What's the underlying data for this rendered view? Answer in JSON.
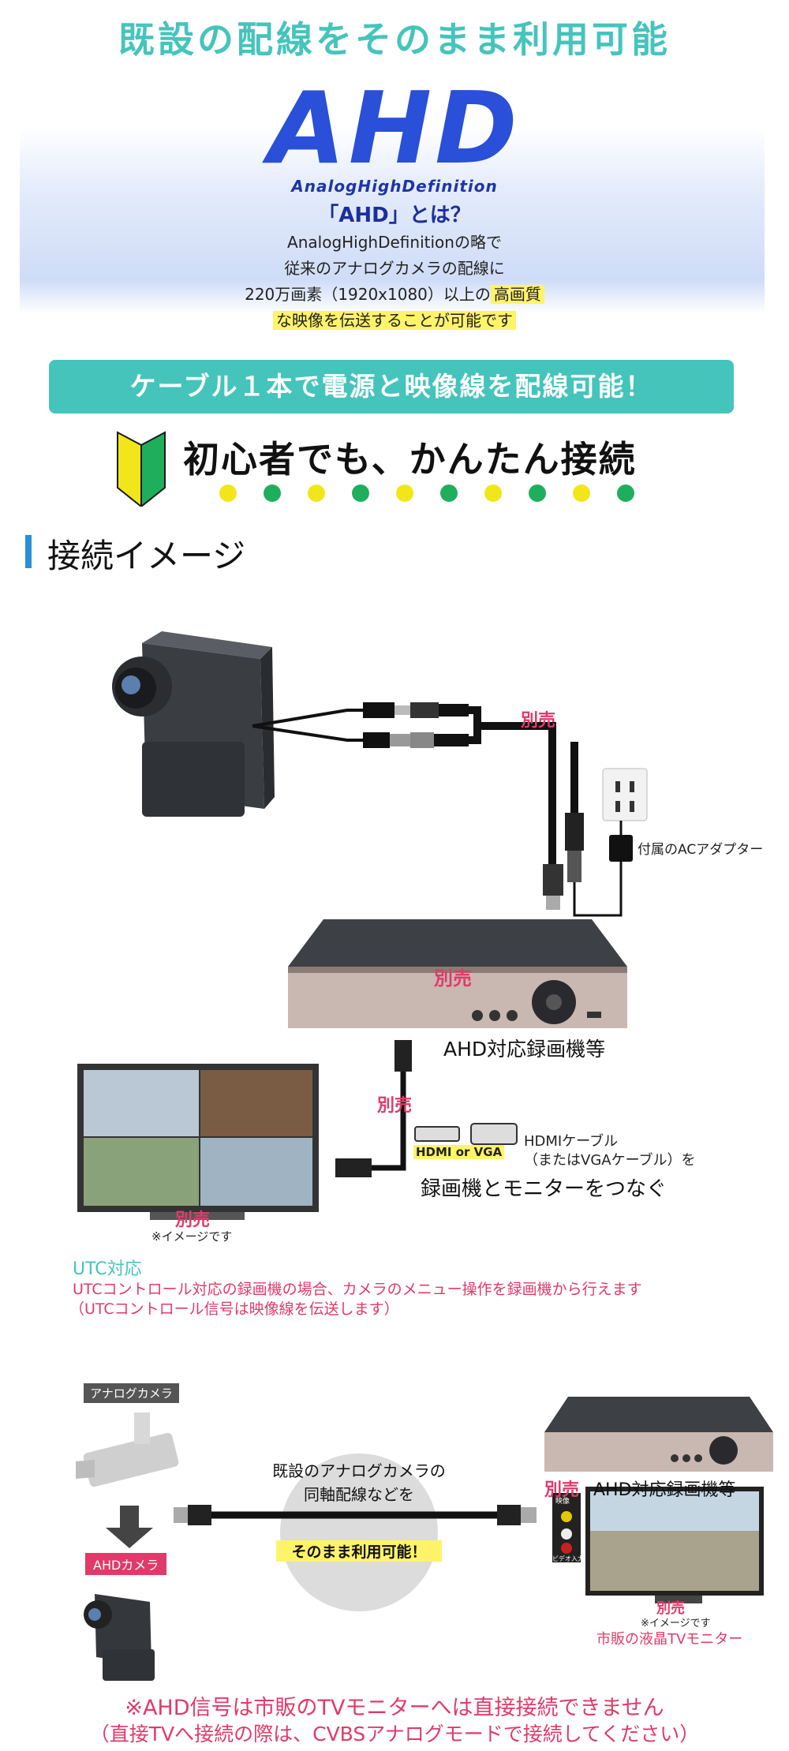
{
  "header": {
    "title": "既設の配線をそのまま利用可能"
  },
  "ahd": {
    "logo": "AHD",
    "logo_sub": "AnalogHighDefinition",
    "question": "「AHD」とは？",
    "lines": [
      "AnalogHighDefinitionの略で",
      "従来のアナログカメラの配線に",
      "220万画素（1920x1080）以上の",
      "高画質",
      "な映像を伝送することが可能です"
    ]
  },
  "banner": {
    "text": "ケーブル１本で電源と映像線を配線可能！"
  },
  "easy": {
    "text": "初心者でも、かんたん接続"
  },
  "colors": {
    "teal": "#45c4bc",
    "blue": "#2a4fd8",
    "red": "#e03a6a",
    "yellow": "#f2e61a",
    "green": "#1fae5c"
  },
  "section": {
    "title": "接続イメージ"
  },
  "diagram1": {
    "sold_sep_1": "別売",
    "adapter": "付属のACアダプター",
    "sold_sep_recorder": "別売",
    "recorder": "AHD対応録画機等",
    "sold_sep_cable": "別売",
    "hdmi_tag": "HDMI or VGA",
    "hdmi_desc1": "HDMIケーブル",
    "hdmi_desc2": "（またはVGAケーブル）を",
    "connect": "録画機とモニターをつなぐ",
    "sold_sep_monitor": "別売",
    "image_note": "※イメージです",
    "utc_title": "UTC対応",
    "utc_line1": "UTCコントロール対応の録画機の場合、カメラのメニュー操作を録画機から行えます",
    "utc_line2": "（UTCコントロール信号は映像線を伝送します）"
  },
  "diagram2": {
    "analog_tag": "アナログカメラ",
    "ahd_tag": "AHDカメラ",
    "circle_line1": "既設のアナログカメラの",
    "circle_line2": "同軸配線などを",
    "circle_line3": "そのまま利用可能！",
    "sold_sep_recorder": "別売",
    "recorder": "AHD対応録画機等",
    "tv_tag1": "映像",
    "tv_tag2": "ビデオ入力",
    "sold_sep_tv": "別売",
    "image_note": "※イメージです",
    "tv_label": "市販の液晶TVモニター"
  },
  "footer": {
    "line1": "※AHD信号は市販のTVモニターへは直接接続できません",
    "line2": "（直接TVへ接続の際は、CVBSアナログモードで接続してください）"
  }
}
